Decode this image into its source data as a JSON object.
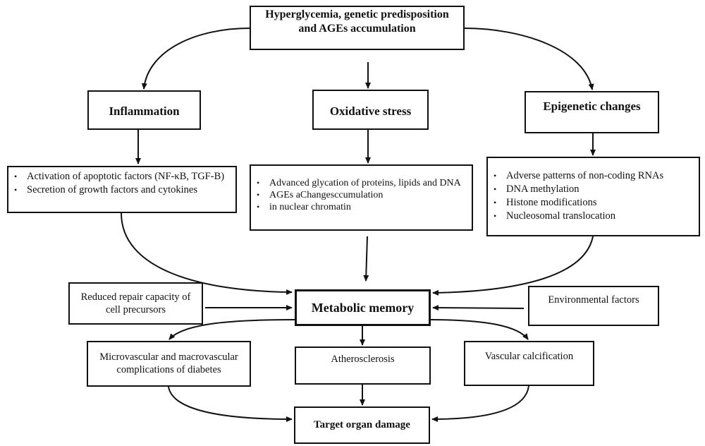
{
  "diagram": {
    "top": {
      "line1": "Hyperglycemia, genetic predisposition",
      "line2": "and AGEs accumulation"
    },
    "branches": {
      "inflammation": {
        "title": "Inflammation",
        "items": [
          "Activation of apoptotic factors (NF-κB, TGF-B)",
          "Secretion of growth factors and cytokines"
        ]
      },
      "oxidative": {
        "title": "Oxidative stress",
        "items": [
          "Advanced glycation of proteins, lipids and DNA",
          "AGEs aChangesccumulation",
          "in nuclear chromatin"
        ]
      },
      "epigenetic": {
        "title": "Epigenetic changes",
        "items": [
          "Adverse patterns of non-coding RNAs",
          "DNA methylation",
          "Histone modifications",
          "Nucleosomal translocation"
        ]
      }
    },
    "side_inputs": {
      "left": {
        "line1": "Reduced repair capacity of",
        "line2": "cell precursors"
      },
      "right": "Environmental factors"
    },
    "center": "Metabolic memory",
    "outcomes": {
      "microvascular": {
        "line1": "Microvascular and macrovascular",
        "line2": "complications of diabetes"
      },
      "atherosclerosis": "Atherosclerosis",
      "calcification": "Vascular calcification"
    },
    "final": "Target organ damage"
  }
}
